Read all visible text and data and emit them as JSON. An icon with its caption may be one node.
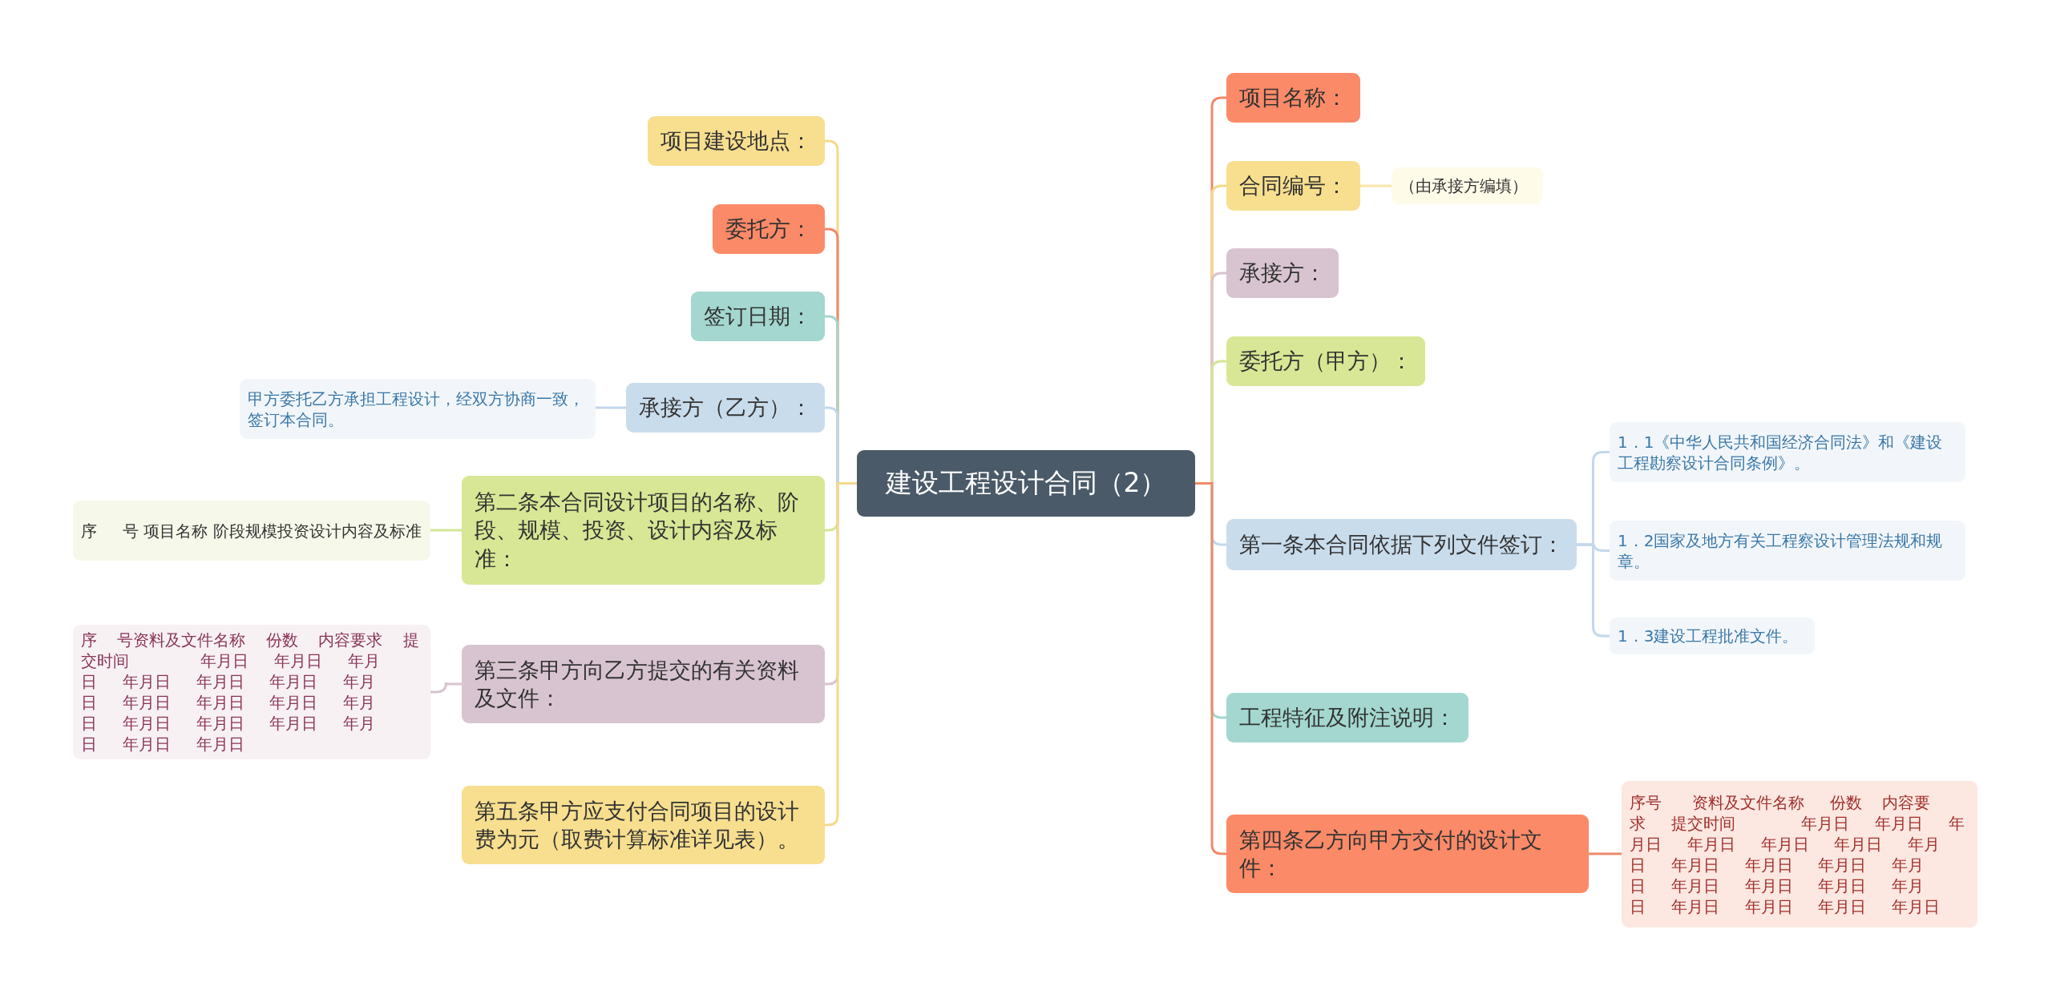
{
  "diagram": {
    "nodes": [
      {
        "text": [
          "建设工程设计合同（2）"
        ]
      },
      {
        "text": [
          "项目建设地点："
        ]
      },
      {
        "text": [
          "委托方："
        ]
      },
      {
        "text": [
          "签订日期："
        ]
      },
      {
        "text": [
          "承接方（乙方）："
        ]
      },
      {
        "text": [
          "甲方委托乙方承担工程设计，经双方协商一致，签订本合同。"
        ]
      },
      {
        "text": [
          "第二条本合同设计项目的名称、阶段、规模、投资、设计内容及标准："
        ]
      },
      {
        "text": [
          "序     号 项目名称 阶段规模投资设计内容及标准"
        ]
      },
      {
        "text": [
          "第三条甲方向乙方提交的有关资料及文件："
        ]
      },
      {
        "text": [
          "序    号资料及文件名称    份数    内容要求    提交时间              年月日     年月日     年月日     年月日     年月日     年月日     年月日     年月日     年月日     年月日     年月日     年月日     年月日     年月日     年月日     年月日     年月日"
        ]
      },
      {
        "text": [
          "第五条甲方应支付合同项目的设计费为元（取费计算标准详见表）。"
        ]
      },
      {
        "text": [
          "项目名称："
        ]
      },
      {
        "text": [
          "合同编号："
        ]
      },
      {
        "text": [
          "（由承接方编填）"
        ]
      },
      {
        "text": [
          "承接方："
        ]
      },
      {
        "text": [
          "委托方（甲方）："
        ]
      },
      {
        "text": [
          "第一条本合同依据下列文件签订："
        ]
      },
      {
        "text": [
          "1．1《中华人民共和国经济合同法》和《建设工程勘察设计合同条例》。"
        ]
      },
      {
        "text": [
          "1．2国家及地方有关工程察设计管理法规和规章。"
        ]
      },
      {
        "text": [
          "1．3建设工程批准文件。"
        ]
      },
      {
        "text": [
          "工程特征及附注说明："
        ]
      },
      {
        "text": [
          "第四条乙方向甲方交付的设计文件："
        ]
      },
      {
        "text": [
          "序号      资料及文件名称     份数    内容要求     提交时间             年月日     年月日     年月日     年月日     年月日     年月日     年月日     年月日     年月日     年月日     年月日     年月日     年月日     年月日     年月日     年月日     年月日     年月日     年月日"
        ]
      }
    ],
    "edges": [
      {
        "from": 0,
        "to": 1,
        "arrow": "none",
        "color": "#f5d98a"
      },
      {
        "from": 0,
        "to": 2,
        "arrow": "none",
        "color": "#ef8a6c"
      },
      {
        "from": 0,
        "to": 3,
        "arrow": "none",
        "color": "#a3d7cf"
      },
      {
        "from": 0,
        "to": 4,
        "arrow": "none",
        "color": "#c3d7ea"
      },
      {
        "from": 4,
        "to": 5,
        "arrow": "none",
        "color": "#c3d7ea"
      },
      {
        "from": 0,
        "to": 6,
        "arrow": "none",
        "color": "#d4e596"
      },
      {
        "from": 6,
        "to": 7,
        "arrow": "none",
        "color": "#d4e596"
      },
      {
        "from": 0,
        "to": 8,
        "arrow": "none",
        "color": "#d8c4d0"
      },
      {
        "from": 8,
        "to": 9,
        "arrow": "none",
        "color": "#d8c4d0"
      },
      {
        "from": 0,
        "to": 10,
        "arrow": "none",
        "color": "#f5d98a"
      },
      {
        "from": 0,
        "to": 11,
        "arrow": "none",
        "color": "#ef8a6c"
      },
      {
        "from": 0,
        "to": 12,
        "arrow": "none",
        "color": "#f5d98a"
      },
      {
        "from": 12,
        "to": 13,
        "arrow": "none",
        "color": "#f8e6a8"
      },
      {
        "from": 0,
        "to": 14,
        "arrow": "none",
        "color": "#d8c4d0"
      },
      {
        "from": 0,
        "to": 15,
        "arrow": "none",
        "color": "#d4e596"
      },
      {
        "from": 0,
        "to": 16,
        "arrow": "none",
        "color": "#c3d7ea"
      },
      {
        "from": 16,
        "to": 17,
        "arrow": "none",
        "color": "#c3d7ea"
      },
      {
        "from": 16,
        "to": 18,
        "arrow": "none",
        "color": "#c3d7ea"
      },
      {
        "from": 16,
        "to": 19,
        "arrow": "none",
        "color": "#c3d7ea"
      },
      {
        "from": 0,
        "to": 20,
        "arrow": "none",
        "color": "#a3d7cf"
      },
      {
        "from": 0,
        "to": 21,
        "arrow": "none",
        "color": "#ef8a6c"
      },
      {
        "from": 21,
        "to": 22,
        "arrow": "none",
        "color": "#ef8a6c"
      }
    ]
  }
}
